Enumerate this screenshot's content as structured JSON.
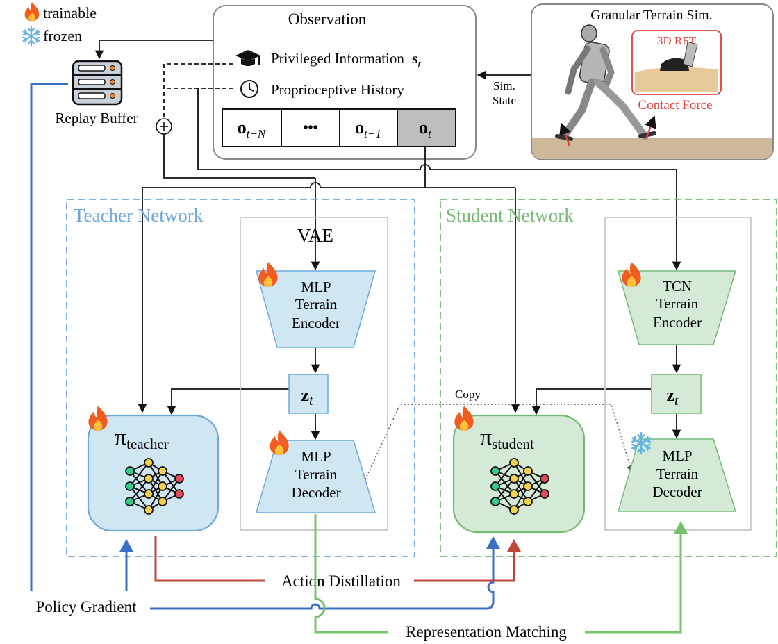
{
  "legend": {
    "trainable": "trainable",
    "frozen": "frozen"
  },
  "observation": {
    "title": "Observation",
    "privileged": "Privileged Information",
    "privileged_symbol": "s",
    "privileged_sub": "t",
    "proprio": "Proprioceptive History",
    "history": [
      {
        "symbol": "o",
        "sub": "t−N"
      },
      {
        "symbol": "•••",
        "sub": ""
      },
      {
        "symbol": "o",
        "sub": "t−1"
      },
      {
        "symbol": "o",
        "sub": "t"
      }
    ]
  },
  "replay_buffer": "Replay Buffer",
  "sim": {
    "title": "Granular Terrain Sim.",
    "rft": "3D RFT",
    "contact": "Contact Force",
    "state_line1": "Sim.",
    "state_line2": "State"
  },
  "teacher": {
    "title": "Teacher Network",
    "vae": "VAE",
    "encoder": [
      "MLP",
      "Terrain",
      "Encoder"
    ],
    "decoder": [
      "MLP",
      "Terrain",
      "Decoder"
    ],
    "latent_symbol": "z",
    "latent_sub": "t",
    "policy_symbol": "π",
    "policy_sub": "teacher"
  },
  "student": {
    "title": "Student Network",
    "encoder": [
      "TCN",
      "Terrain",
      "Encoder"
    ],
    "decoder": [
      "MLP",
      "Terrain",
      "Decoder"
    ],
    "latent_symbol": "z",
    "latent_sub": "t",
    "policy_symbol": "π",
    "policy_sub": "student"
  },
  "copy": "Copy",
  "losses": {
    "policy_gradient": "Policy Gradient",
    "action_distillation": "Action Distillation",
    "representation_matching": "Representation Matching"
  },
  "colors": {
    "teacher": "#6fa8dc",
    "teacher_fill": "#cfe6f3",
    "student": "#74b975",
    "student_fill": "#d5ead6",
    "policy_gradient": "#3a6fc4",
    "action_distillation": "#c0463a",
    "representation_matching": "#78c26d"
  }
}
